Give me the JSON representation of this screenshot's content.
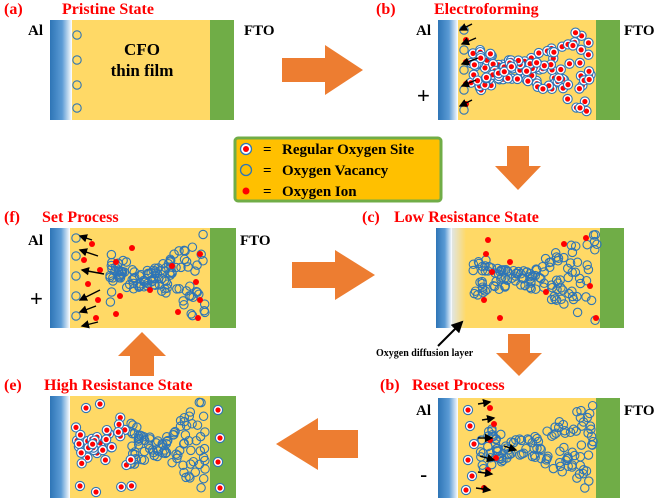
{
  "colors": {
    "film": "#ffd966",
    "fto": "#70ad47",
    "al_dark": "#2e75b6",
    "vacancy": "#2e75b6",
    "ion": "#ff0000",
    "arrow": "#ed7d31",
    "title": "#ff0000",
    "legend_bg": "#ffc000",
    "legend_border": "#70ad47"
  },
  "panels": [
    {
      "id": "pristine",
      "label": "(a)",
      "title": "Pristine State",
      "al": "Al",
      "fto": "FTO",
      "sign": "",
      "film_text": [
        "CFO",
        "thin film"
      ]
    },
    {
      "id": "electroforming",
      "label": "(b)",
      "title": "Electroforming",
      "al": "Al",
      "fto": "FTO",
      "sign": "+"
    },
    {
      "id": "low_resistance",
      "label": "(c)",
      "title": "Low Resistance State",
      "al": "",
      "fto": "",
      "sign": "",
      "note": "Oxygen diffusion layer"
    },
    {
      "id": "set_process",
      "label": "(f)",
      "title": "Set Process",
      "al": "Al",
      "fto": "FTO",
      "sign": "+"
    },
    {
      "id": "reset_process",
      "label": "(b)",
      "title": "Reset Process",
      "al": "Al",
      "fto": "FTO",
      "sign": "-"
    },
    {
      "id": "high_resistance",
      "label": "(e)",
      "title": "High Resistance State",
      "al": "",
      "fto": "",
      "sign": ""
    }
  ],
  "legend": {
    "sep": "=",
    "items": [
      {
        "icon": "regular-oxygen-site",
        "text": "Regular Oxygen Site"
      },
      {
        "icon": "oxygen-vacancy",
        "text": "Oxygen Vacancy"
      },
      {
        "icon": "oxygen-ion",
        "text": "Oxygen Ion"
      }
    ]
  }
}
